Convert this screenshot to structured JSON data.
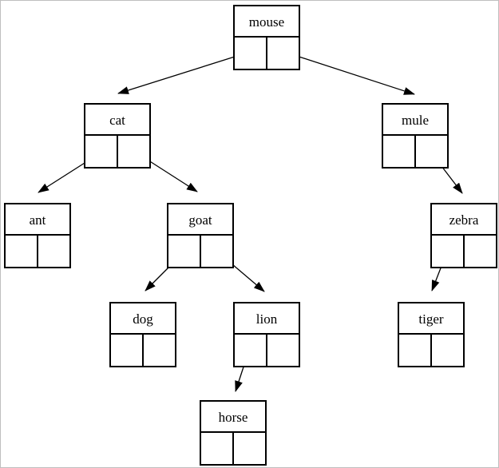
{
  "tree": {
    "root": "mouse",
    "nodes": {
      "mouse": {
        "label": "mouse",
        "left": "cat",
        "right": "mule"
      },
      "cat": {
        "label": "cat",
        "left": "ant",
        "right": "goat"
      },
      "mule": {
        "label": "mule",
        "left": null,
        "right": "zebra"
      },
      "ant": {
        "label": "ant",
        "left": null,
        "right": null
      },
      "goat": {
        "label": "goat",
        "left": "dog",
        "right": "lion"
      },
      "zebra": {
        "label": "zebra",
        "left": "tiger",
        "right": null
      },
      "dog": {
        "label": "dog",
        "left": null,
        "right": null
      },
      "lion": {
        "label": "lion",
        "left": "horse",
        "right": null
      },
      "tiger": {
        "label": "tiger",
        "left": null,
        "right": null
      },
      "horse": {
        "label": "horse",
        "left": null,
        "right": null
      }
    },
    "edges": [
      {
        "from": "mouse",
        "pointer": "left",
        "to": "cat"
      },
      {
        "from": "mouse",
        "pointer": "right",
        "to": "mule"
      },
      {
        "from": "cat",
        "pointer": "left",
        "to": "ant"
      },
      {
        "from": "cat",
        "pointer": "right",
        "to": "goat"
      },
      {
        "from": "mule",
        "pointer": "right",
        "to": "zebra"
      },
      {
        "from": "goat",
        "pointer": "left",
        "to": "dog"
      },
      {
        "from": "goat",
        "pointer": "right",
        "to": "lion"
      },
      {
        "from": "zebra",
        "pointer": "left",
        "to": "tiger"
      },
      {
        "from": "lion",
        "pointer": "left",
        "to": "horse"
      }
    ],
    "colors": {
      "line": "#000000",
      "node_border": "#000000",
      "background": "#ffffff",
      "canvas_border": "#bfbfbf"
    }
  }
}
